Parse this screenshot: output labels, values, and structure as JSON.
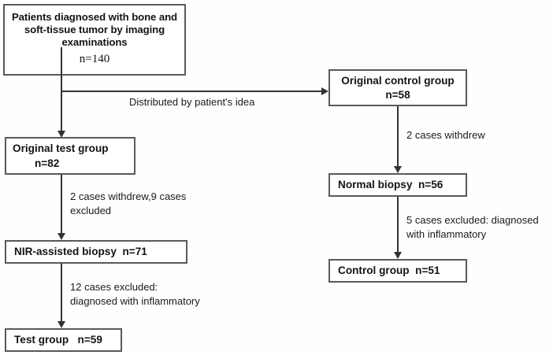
{
  "diagram": {
    "title": "Patient enrollment flow diagram",
    "colors": {
      "box_border": "#58595b",
      "line": "#333333",
      "background": "#fefefe",
      "text": "#141414"
    },
    "nodes": {
      "root": {
        "line1": "Patients diagnosed with bone and",
        "line2": "soft-tissue tumor by imaging",
        "line3": "examinations",
        "count": "n=140"
      },
      "original_control": {
        "label": "Original control group",
        "count": "n=58"
      },
      "original_test": {
        "label": "Original test group",
        "count": "n=82"
      },
      "nir_biopsy": {
        "label": "NIR-assisted biopsy  n=71"
      },
      "test_group": {
        "label": "Test group   n=59"
      },
      "normal_biopsy": {
        "label": "Normal biopsy  n=56"
      },
      "control_group": {
        "label": "Control group  n=51"
      }
    },
    "edge_labels": {
      "distribution": "Distributed by patient's idea",
      "test_withdrew_excluded": "2 cases withdrew,9 cases\nexcluded",
      "test_excluded_inflammatory": "12 cases excluded:\ndiagnosed with inflammatory",
      "control_withdrew": "2 cases withdrew",
      "control_excluded_inflammatory": "5 cases excluded: diagnosed\nwith inflammatory"
    }
  }
}
